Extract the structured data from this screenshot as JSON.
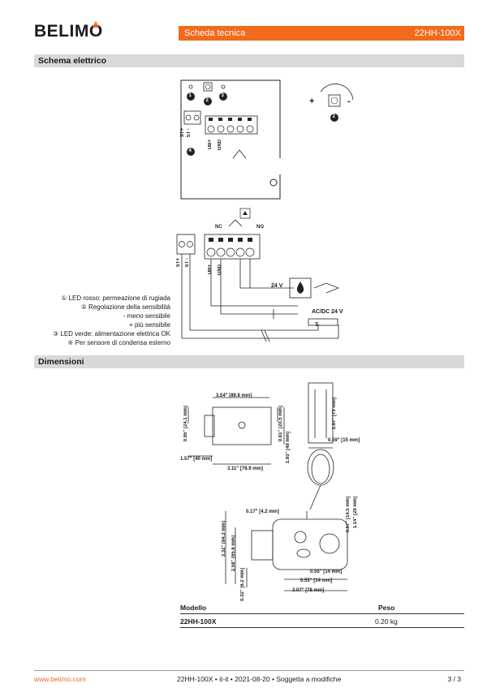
{
  "header": {
    "brand": "BELIMO",
    "doc_type": "Scheda tecnica",
    "model": "22HH-100X"
  },
  "wiring": {
    "section_title": "Schema elettrico",
    "markers": [
      "1",
      "2",
      "3",
      "4"
    ],
    "terminal_labels": {
      "st_plus": "ST+",
      "st_minus": "ST -",
      "ub_plus": "UB+",
      "gnd": "GND",
      "nc": "NC",
      "no": "NO",
      "plus": "+",
      "minus": "-"
    },
    "supply": {
      "dc24": "24 V",
      "acdc": "AC/DC 24 V",
      "s": "S"
    },
    "legend": [
      "① LED rosso: permeazione di rugiada",
      "② Regolazione della sensibilità",
      "- meno sensibile",
      "+ più sensibile",
      "③ LED verde:  alimentazione elettrica OK",
      "④ Per sensore di condensa esterno"
    ]
  },
  "dimensions": {
    "section_title": "Dimensioni",
    "labels": {
      "w1": "3.54\" [89.8 mm]",
      "h1": "0.95\" [24.1 mm]",
      "h2": "0.81\" [20.5 mm]",
      "h3": "1.93\" [49 mm]",
      "w2": "1.57\" [40 mm]",
      "w3": "3.11\" [78.9 mm]",
      "probe_h": "2.87\" [73 mm]",
      "probe_w": "0.59\" [15 mm]",
      "d1": "0.17\" [4.2 mm]",
      "d2": "0.57\" [14.5 mm]",
      "d3": "1.14\" [29 mm]",
      "d4": "3.32\" [84.3 mm]",
      "d5": "2.58\" [65.6 mm]",
      "d6": "0.32\" [8.2 mm]",
      "d7": "0.55\" [14 mm]",
      "d8": "0.55\" [14 mm]",
      "d9": "3.07\" [78 mm]"
    }
  },
  "table": {
    "col_model": "Modello",
    "col_weight": "Peso",
    "rows": [
      {
        "model": "22HH-100X",
        "weight": "0.20 kg"
      }
    ]
  },
  "footer": {
    "url": "www.belimo.com",
    "center": "22HH-100X • it-it • 2021-08-20 • Soggetta a modifiche",
    "page": "3 / 3"
  },
  "colors": {
    "accent": "#f26a1b",
    "section_bar": "#d9d9d9"
  }
}
